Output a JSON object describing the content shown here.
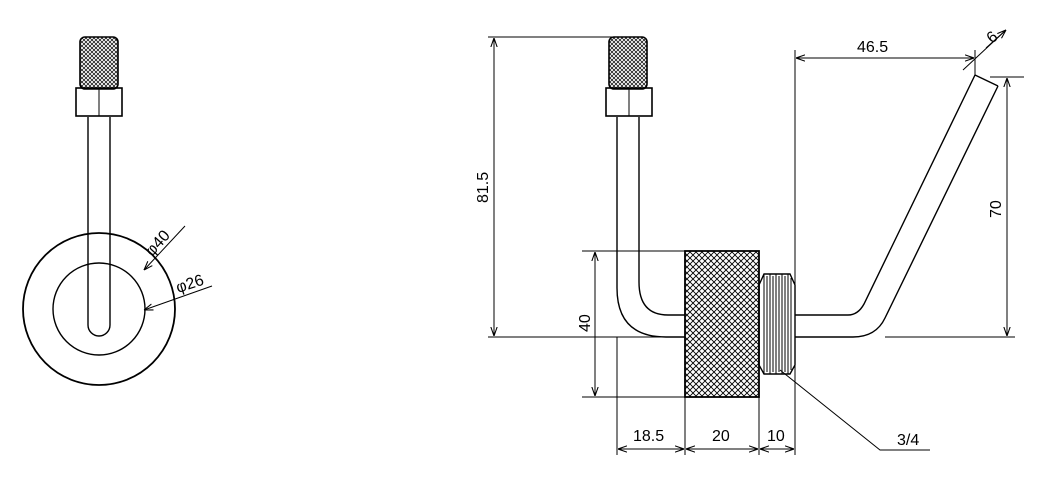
{
  "dimensions": {
    "phi40": "φ40",
    "phi26": "φ26",
    "overall_height": "81.5",
    "top_width": "46.5",
    "tube_dia": "6",
    "right_height": "70",
    "base_height": "40",
    "width_1": "18.5",
    "width_2": "20",
    "width_3": "10",
    "thread": "3/4"
  }
}
